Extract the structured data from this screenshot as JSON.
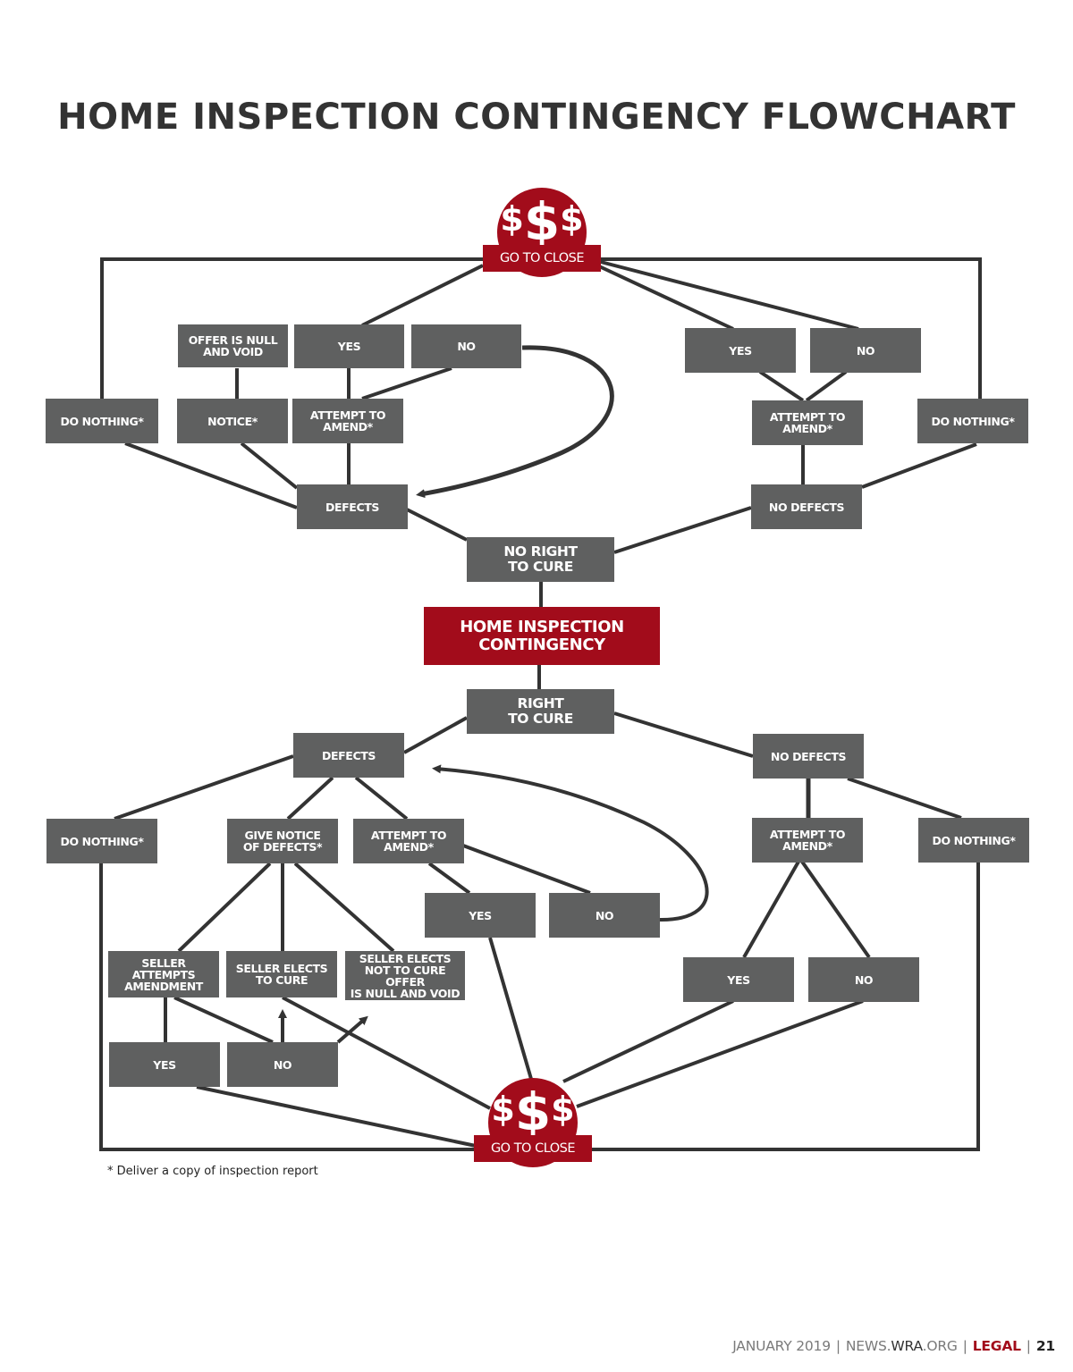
{
  "title": "HOME INSPECTION CONTINGENCY FLOWCHART",
  "colors": {
    "box_gray": "#5f6060",
    "accent_red": "#a20c1b",
    "line": "#333333"
  },
  "nodes": {
    "close_top": {
      "label": "GO TO CLOSE",
      "icon": "dollar-signs-icon",
      "symbols": [
        "$",
        "$",
        "$"
      ]
    },
    "close_bottom": {
      "label": "GO TO CLOSE",
      "icon": "dollar-signs-icon",
      "symbols": [
        "$",
        "$",
        "$"
      ]
    },
    "center": {
      "label_line1": "HOME INSPECTION",
      "label_line2": "CONTINGENCY"
    },
    "no_right": {
      "label_line1": "NO RIGHT",
      "label_line2": "TO CURE"
    },
    "right": {
      "label_line1": "RIGHT",
      "label_line2": "TO CURE"
    },
    "top_left": {
      "defects": "DEFECTS",
      "do_nothing": "DO NOTHING*",
      "notice": "NOTICE*",
      "attempt_l1": "ATTEMPT TO",
      "attempt_l2": "AMEND*",
      "offer_null_l1": "OFFER IS NULL",
      "offer_null_l2": "AND VOID",
      "yes": "YES",
      "no": "NO"
    },
    "top_right": {
      "no_defects": "NO DEFECTS",
      "attempt_l1": "ATTEMPT TO",
      "attempt_l2": "AMEND*",
      "do_nothing": "DO NOTHING*",
      "yes": "YES",
      "no": "NO"
    },
    "bottom_left": {
      "defects": "DEFECTS",
      "do_nothing": "DO NOTHING*",
      "give_notice_l1": "GIVE NOTICE",
      "give_notice_l2": "OF DEFECTS*",
      "attempt_l1": "ATTEMPT TO",
      "attempt_l2": "AMEND*",
      "attempt_yes": "YES",
      "attempt_no": "NO",
      "seller_attempts_l1": "SELLER ATTEMPTS",
      "seller_attempts_l2": "AMENDMENT",
      "seller_cure_l1": "SELLER ELECTS",
      "seller_cure_l2": "TO CURE",
      "seller_not_cure_l1": "SELLER ELECTS",
      "seller_not_cure_l2": "NOT TO CURE OFFER",
      "seller_not_cure_l3": "IS NULL AND VOID",
      "seller_yes": "YES",
      "seller_no": "NO"
    },
    "bottom_right": {
      "no_defects": "NO DEFECTS",
      "attempt_l1": "ATTEMPT TO",
      "attempt_l2": "AMEND*",
      "do_nothing": "DO NOTHING*",
      "yes": "YES",
      "no": "NO"
    }
  },
  "footnote": "* Deliver a copy of inspection report",
  "footer": {
    "date": "JANUARY 2019",
    "site_prefix": "NEWS.",
    "site_brand": "WRA",
    "site_suffix": ".ORG",
    "section": "LEGAL",
    "page": "21"
  }
}
